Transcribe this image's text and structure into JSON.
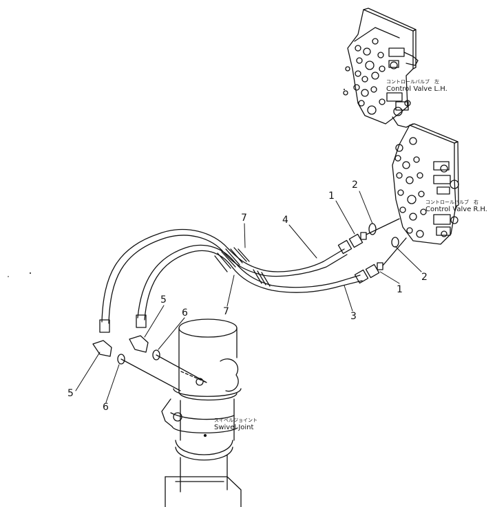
{
  "labels": {
    "control_valve_lh_jp": "コントロールバルブ　左",
    "control_valve_lh_en": "Control Valve L.H.",
    "control_valve_rh_jp": "コントロールバルブ　右",
    "control_valve_rh_en": "Control Valve R.H.",
    "swivel_joint_jp": "スイベルジョイント",
    "swivel_joint_en": "Swivel Joint"
  },
  "callouts": {
    "c1_top": "1",
    "c2_top": "2",
    "c4": "4",
    "c7_top": "7",
    "c2_right": "2",
    "c1_right": "1",
    "c3": "3",
    "c7_bottom": "7",
    "c5_mid": "5",
    "c6_mid": "6",
    "c5_left": "5",
    "c6_left": "6"
  }
}
